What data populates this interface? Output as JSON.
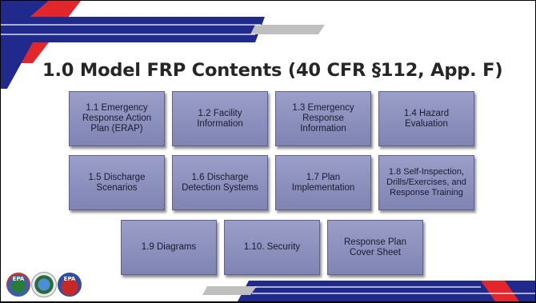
{
  "slide": {
    "title": "1.0 Model FRP Contents (40 CFR §112, App. F)",
    "boxes": [
      "1.1 Emergency Response Action Plan (ERAP)",
      "1.2 Facility Information",
      "1.3 Emergency Response Information",
      "1.4 Hazard Evaluation",
      "1.5 Discharge Scenarios",
      "1.6 Discharge Detection Systems",
      "1.7 Plan Implementation",
      "1.8 Self-Inspection, Drills/Exercises, and Response Training",
      "1.9 Diagrams",
      "1.10. Security",
      "Response Plan Cover Sheet"
    ],
    "logos": {
      "epa_left": "EPA",
      "epa_right": "EPA"
    }
  },
  "colors": {
    "box_fill": "#8f93c2",
    "navy": "#1f2a8c",
    "red_accent": "#e3262b",
    "gray_stripe": "#bfbfbf",
    "title_text": "#262626"
  }
}
